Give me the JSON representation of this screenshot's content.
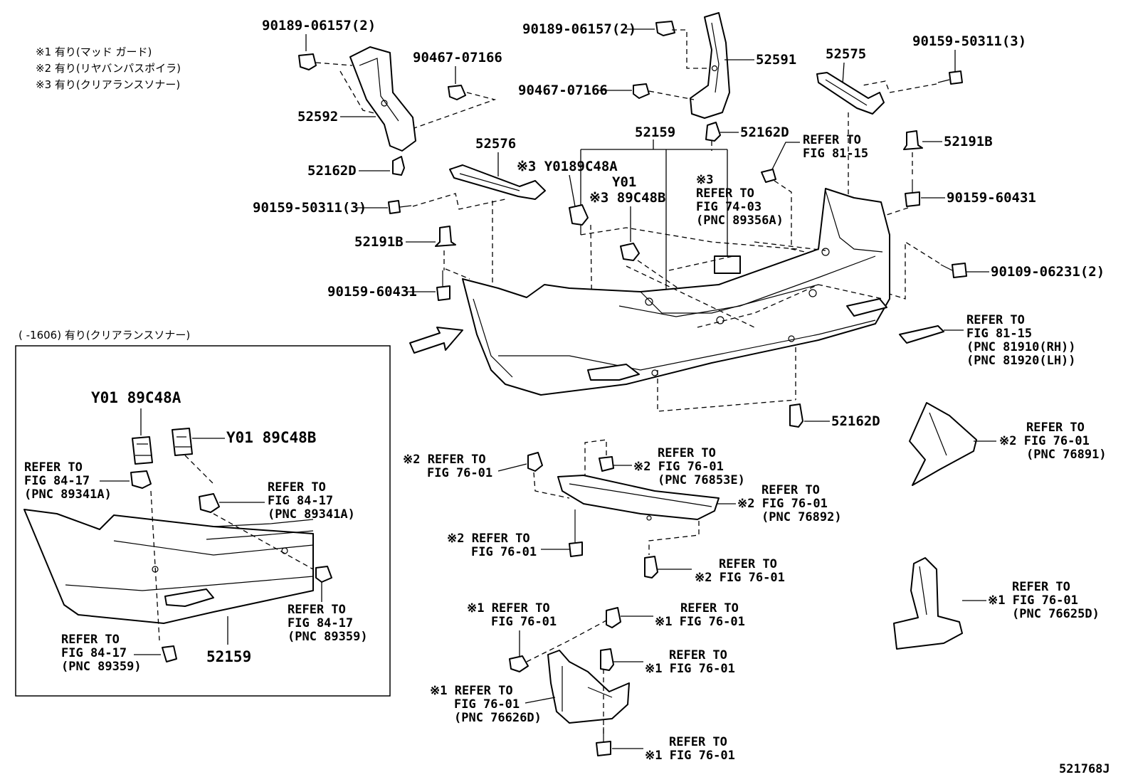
{
  "notes": [
    "※1 有り(マッド ガード)",
    "※2 有り(リヤバンパスポイラ)",
    "※3 有り(クリアランスソナー)"
  ],
  "inset_title": "(      -1606) 有り(クリアランスソナー)",
  "figure_code": "521768J",
  "labels": {
    "p_90189_l": "90189-06157(2)",
    "p_52592": "52592",
    "p_90467_l": "90467-07166",
    "p_52162d_l": "52162D",
    "p_90159_503_l": "90159-50311(3)",
    "p_52576": "52576",
    "p_52191b_l": "52191B",
    "p_90159_604_l": "90159-60431",
    "p_90189_r": "90189-06157(2)",
    "p_52591": "52591",
    "p_90467_r": "90467-07166",
    "p_52159_top": "52159",
    "p_52162d_m": "52162D",
    "p_52575": "52575",
    "p_90159_503_r": "90159-50311(3)",
    "p_52191b_r": "52191B",
    "p_90159_604_r": "90159-60431",
    "p_90109": "90109-06231(2)",
    "p_y01a_main": "※3 Y0189C48A",
    "p_y01b_main_1": "Y01",
    "p_y01b_main_2": "※3 89C48B",
    "p_52162d_b": "52162D",
    "p_y01a_in": "Y01 89C48A",
    "p_y01b_in": "Y01 89C48B",
    "p_52159_in": "52159"
  },
  "refs": {
    "ref_8115_top": [
      "REFER TO",
      "FIG 81-15"
    ],
    "ref_7403": [
      "※3",
      "REFER TO",
      "FIG 74-03",
      "(PNC 89356A)"
    ],
    "ref_8115_rh": [
      "REFER TO",
      "FIG 81-15",
      "(PNC 81910(RH))",
      "(PNC 81920(LH))"
    ],
    "ref_76891": [
      "REFER TO",
      "※2 FIG 76-01",
      "(PNC 76891)"
    ],
    "ref_7601_a": [
      "※2 REFER TO",
      "FIG 76-01"
    ],
    "ref_76853e": [
      "REFER TO",
      "※2 FIG 76-01",
      "(PNC 76853E)"
    ],
    "ref_76892": [
      "REFER TO",
      "※2 FIG 76-01",
      "(PNC 76892)"
    ],
    "ref_7601_b": [
      "※2 REFER TO",
      "FIG 76-01"
    ],
    "ref_7601_c": [
      "REFER TO",
      "※2 FIG 76-01"
    ],
    "ref_76625d": [
      "REFER TO",
      "※1 FIG 76-01",
      "(PNC 76625D)"
    ],
    "ref_7601_d": [
      "※1 REFER TO",
      "FIG 76-01"
    ],
    "ref_7601_e": [
      "REFER TO",
      "※1 FIG 76-01"
    ],
    "ref_7601_f": [
      "REFER TO",
      "※1 FIG 76-01"
    ],
    "ref_76626d": [
      "※1 REFER TO",
      "FIG 76-01",
      "(PNC 76626D)"
    ],
    "ref_7601_g": [
      "REFER TO",
      "※1 FIG 76-01"
    ],
    "ref_8417_a": [
      "REFER TO",
      "FIG 84-17",
      "(PNC 89341A)"
    ],
    "ref_8417_b": [
      "REFER TO",
      "FIG 84-17",
      "(PNC 89341A)"
    ],
    "ref_8417_c": [
      "REFER TO",
      "FIG 84-17",
      "(PNC 89359)"
    ],
    "ref_8417_d": [
      "REFER TO",
      "FIG 84-17",
      "(PNC 89359)"
    ]
  }
}
